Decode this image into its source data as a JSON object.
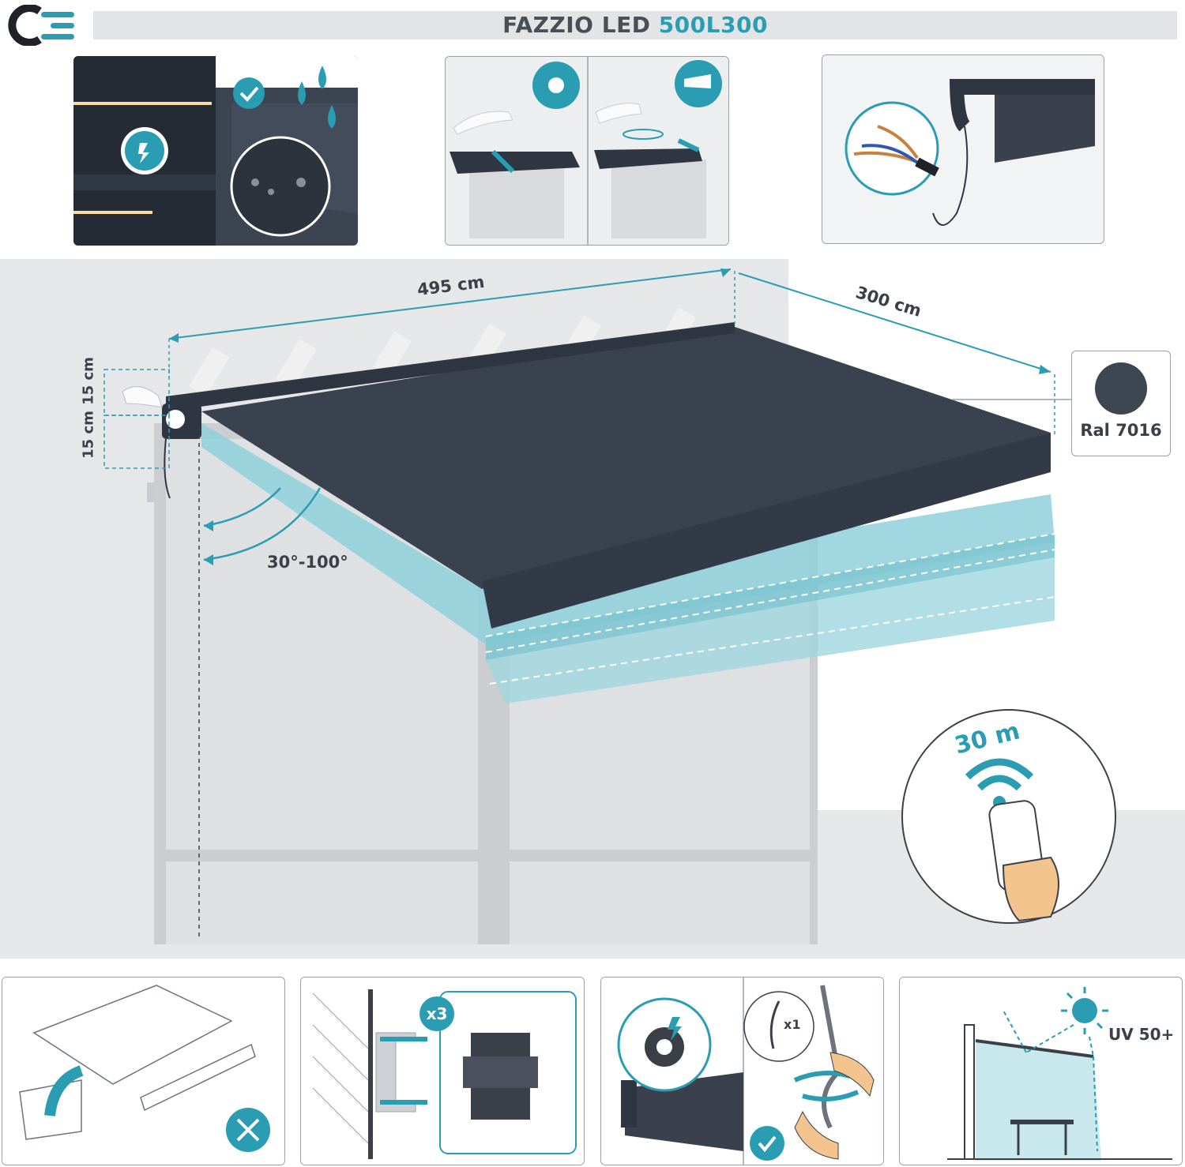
{
  "header": {
    "title_prefix": "FAZZIO LED ",
    "title_model": "500L300"
  },
  "dimensions": {
    "width": "495 cm",
    "projection": "300 cm",
    "bracket_top": "15 cm",
    "bracket_bottom": "15 cm",
    "angle": "30°-100°"
  },
  "color": {
    "label": "Ral 7016",
    "swatch": "#3e4652"
  },
  "remote": {
    "range": "30 m"
  },
  "features": {
    "brackets_count": "x3",
    "crank_count": "x1",
    "uv_label": "UV 50+"
  },
  "palette": {
    "accent": "#2a9db3",
    "anthracite": "#3e4652",
    "wall": "#e6e7e9"
  }
}
